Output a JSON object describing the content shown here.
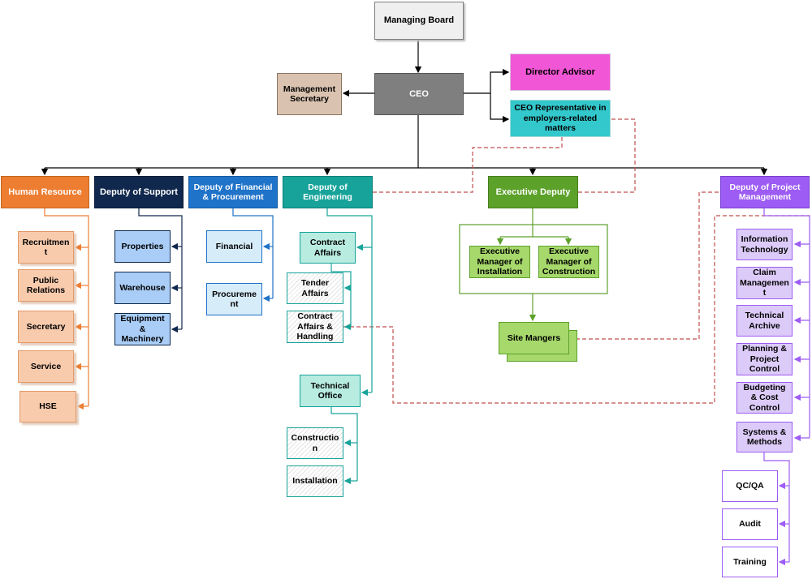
{
  "chart": {
    "top": {
      "managing_board": "Managing Board"
    },
    "executive": {
      "ceo": "CEO",
      "management_secretary": "Management Secretary",
      "director_advisor": "Director Advisor",
      "ceo_representative": "CEO Representative in employers-related matters"
    },
    "departments": {
      "human_resource": {
        "title": "Human Resource",
        "units": [
          "Recruitment",
          "Public Relations",
          "Secretary",
          "Service",
          "HSE"
        ]
      },
      "support": {
        "title": "Deputy of Support",
        "units": [
          "Properties",
          "Warehouse",
          "Equipment & Machinery"
        ]
      },
      "financial": {
        "title": "Deputy of Financial & Procurement",
        "units": [
          "Financial",
          "Procurement"
        ]
      },
      "engineering": {
        "title": "Deputy of Engineering",
        "contract_affairs": "Contract Affairs",
        "tender_affairs": "Tender Affairs",
        "contract_handling": "Contract Affairs & Handling",
        "technical_office": "Technical Office",
        "construction": "Construction",
        "installation": "Installation"
      },
      "executive_deputy": {
        "title": "Executive Deputy",
        "manager_installation": "Executive Manager of Installation",
        "manager_construction": "Executive Manager of Construction",
        "site_managers": "Site Mangers"
      },
      "project_management": {
        "title": "Deputy of Project Management",
        "units": [
          "Information Technology",
          "Claim Management",
          "Technical Archive",
          "Planning & Project Control",
          "Budgeting & Cost Control",
          "Systems & Methods"
        ],
        "sub_units": [
          "QC/QA",
          "Audit",
          "Training"
        ]
      }
    }
  },
  "colors": {
    "human_resource": "#ed7d31",
    "support": "#10284d",
    "financial": "#1f73c8",
    "engineering": "#17a39a",
    "executive_deputy": "#5ca12a",
    "project_management": "#9d5cf4",
    "dashed_link": "#c0504d"
  }
}
